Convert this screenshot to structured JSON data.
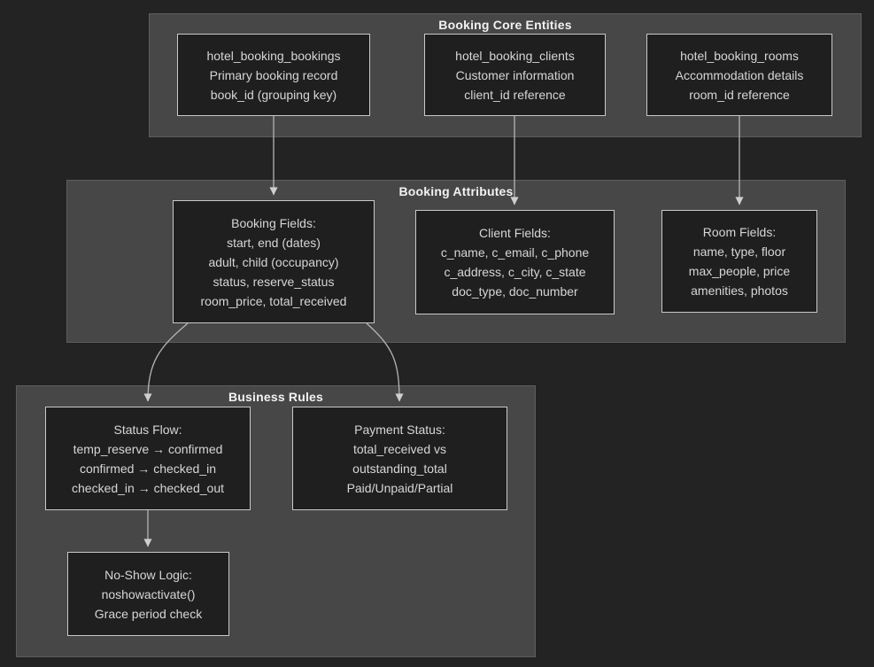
{
  "diagram": {
    "type": "flowchart",
    "colors": {
      "background": "#232323",
      "cluster_fill": "#474747",
      "cluster_border": "#5d5d5d",
      "node_fill": "#1f1f1f",
      "node_border": "#c9c9c9",
      "node_text": "#d6d6d6",
      "cluster_title_text": "#f2f2f2",
      "arrow": "#b5b5b5"
    }
  },
  "clusters": {
    "core": {
      "title": "Booking Core Entities"
    },
    "attributes": {
      "title": "Booking Attributes"
    },
    "rules": {
      "title": "Business Rules"
    }
  },
  "nodes": {
    "bookings": {
      "lines": [
        "hotel_booking_bookings",
        "Primary booking record",
        "book_id (grouping key)"
      ]
    },
    "clients": {
      "lines": [
        "hotel_booking_clients",
        "Customer information",
        "client_id reference"
      ]
    },
    "rooms": {
      "lines": [
        "hotel_booking_rooms",
        "Accommodation details",
        "room_id reference"
      ]
    },
    "booking_fields": {
      "lines": [
        "Booking Fields:",
        "start, end (dates)",
        "adult, child (occupancy)",
        "status, reserve_status",
        "room_price, total_received"
      ]
    },
    "client_fields": {
      "lines": [
        "Client Fields:",
        "c_name, c_email, c_phone",
        "c_address, c_city, c_state",
        "doc_type, doc_number"
      ]
    },
    "room_fields": {
      "lines": [
        "Room Fields:",
        "name, type, floor",
        "max_people, price",
        "amenities, photos"
      ]
    },
    "status_flow": {
      "lines": [
        "Status Flow:",
        "temp_reserve → confirmed",
        "confirmed → checked_in",
        "checked_in → checked_out"
      ]
    },
    "payment_status": {
      "lines": [
        "Payment Status:",
        "total_received vs",
        "outstanding_total",
        "Paid/Unpaid/Partial"
      ]
    },
    "noshow": {
      "lines": [
        "No-Show Logic:",
        "noshowactivate()",
        "Grace period check"
      ]
    }
  },
  "edges": [
    {
      "from": "bookings",
      "to": "booking_fields"
    },
    {
      "from": "clients",
      "to": "client_fields"
    },
    {
      "from": "rooms",
      "to": "room_fields"
    },
    {
      "from": "booking_fields",
      "to": "status_flow"
    },
    {
      "from": "booking_fields",
      "to": "payment_status"
    },
    {
      "from": "status_flow",
      "to": "noshow"
    }
  ]
}
